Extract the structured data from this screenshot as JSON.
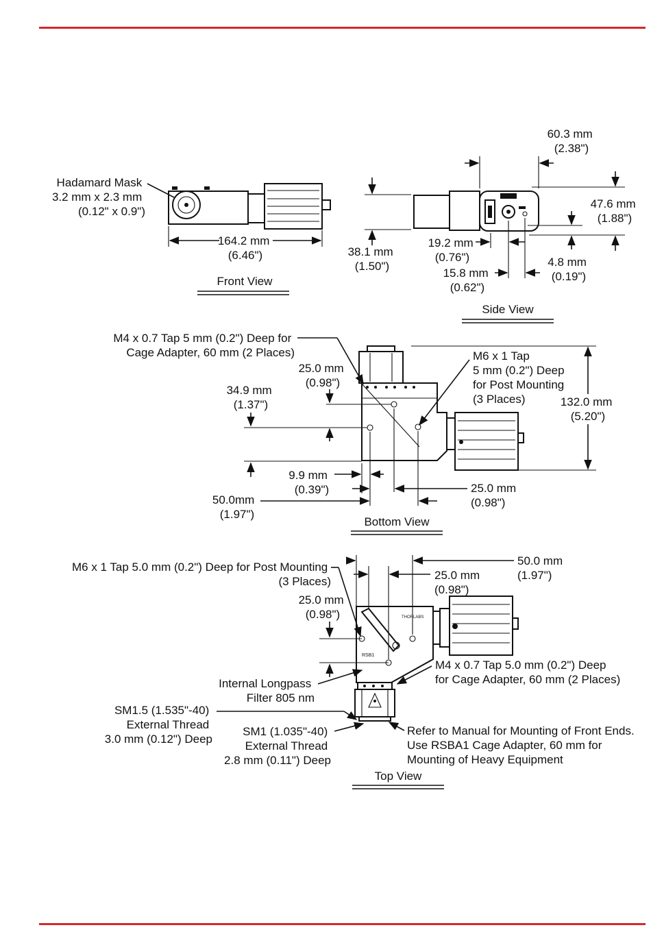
{
  "colors": {
    "rule": "#d6262c",
    "ink": "#111111"
  },
  "front_view": {
    "title": "Front View",
    "mask": [
      "Hadamard Mask",
      "3.2 mm x 2.3 mm",
      "(0.12\" x 0.9\")"
    ],
    "width": [
      "164.2 mm",
      "(6.46\")"
    ]
  },
  "side_view": {
    "title": "Side View",
    "d1": [
      "60.3 mm",
      "(2.38\")"
    ],
    "d2": [
      "47.6 mm",
      "(1.88\")"
    ],
    "d3": [
      "38.1 mm",
      "(1.50\")"
    ],
    "d4": [
      "19.2 mm",
      "(0.76\")"
    ],
    "d5": [
      "4.8 mm",
      "(0.19\")"
    ],
    "d6": [
      "15.8 mm",
      "(0.62\")"
    ]
  },
  "bottom_view": {
    "title": "Bottom View",
    "tap_cage": [
      "M4 x 0.7 Tap 5 mm (0.2\") Deep for",
      "Cage Adapter, 60 mm (2 Places)"
    ],
    "tap_post": [
      "M6 x 1 Tap",
      "5 mm (0.2\") Deep",
      "for Post Mounting",
      "(3 Places)"
    ],
    "d25a": [
      "25.0 mm",
      "(0.98\")"
    ],
    "d34": [
      "34.9 mm",
      "(1.37\")"
    ],
    "d132": [
      "132.0 mm",
      "(5.20\")"
    ],
    "d9": [
      "9.9 mm",
      "(0.39\")"
    ],
    "d50": [
      "50.0mm",
      "(1.97\")"
    ],
    "d25b": [
      "25.0 mm",
      "(0.98\")"
    ]
  },
  "top_view": {
    "title": "Top View",
    "tap_post": [
      "M6 x 1 Tap 5.0 mm (0.2\") Deep for Post Mounting",
      "(3 Places)"
    ],
    "d50": [
      "50.0 mm",
      "(1.97\")"
    ],
    "d25a": [
      "25.0 mm",
      "(0.98\")"
    ],
    "d25b": [
      "25.0 mm",
      "(0.98\")"
    ],
    "tap_cage": [
      "M4 x 0.7 Tap 5.0 mm (0.2\") Deep",
      "for Cage Adapter, 60 mm (2 Places)"
    ],
    "filter": [
      "Internal Longpass",
      "Filter 805 nm"
    ],
    "sm15": [
      "SM1.5 (1.535\"-40)",
      "External Thread",
      "3.0 mm (0.12\") Deep"
    ],
    "sm1": [
      "SM1 (1.035\"-40)",
      "External Thread",
      "2.8 mm (0.11\") Deep"
    ],
    "manual": [
      "Refer to Manual for Mounting of Front Ends.",
      "Use RSBA1 Cage Adapter, 60 mm for",
      "Mounting of Heavy Equipment"
    ],
    "part": "RSB1",
    "brand": "THORLABS"
  }
}
